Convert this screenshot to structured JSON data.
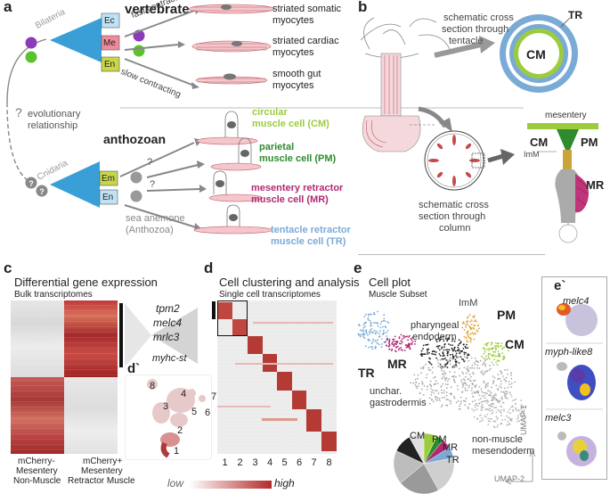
{
  "panel_a": {
    "letter": "a",
    "vertebrate": "vertebrate",
    "bilateria": "Bilateria",
    "cnidaria": "Cnidaria",
    "layers_bilateria": [
      "Ec",
      "Me",
      "En"
    ],
    "layers_cnidaria": [
      "Em",
      "En"
    ],
    "fast_contracting": "fast contracting",
    "slow_contracting": "slow contracting",
    "cells_vertebrate": [
      "striated somatic",
      "myocytes",
      "striated cardiac",
      "myocytes",
      "smooth gut",
      "myocytes"
    ],
    "question": "?",
    "evolutionary": [
      "evolutionary",
      "relationship"
    ],
    "anthozoan": "anthozoan",
    "cm": [
      "circular",
      "muscle cell (CM)"
    ],
    "pm": [
      "parietal",
      "muscle cell (PM)"
    ],
    "mr": [
      "mesentery retractor",
      "muscle cell (MR)"
    ],
    "tr": [
      "tentacle retractor",
      "muscle cell (TR)"
    ],
    "sea_anemone": [
      "sea anemone",
      "(Anthozoa)"
    ],
    "colors": {
      "cm": "#9ccc3c",
      "pm": "#2e8b2e",
      "mr": "#b02a73",
      "tr": "#7aaad6",
      "ec": "#bfe3f5",
      "me": "#f08a9a",
      "en": "#c8d64a",
      "triangle": "#3a9fd6"
    }
  },
  "panel_b": {
    "letter": "b",
    "cross_tentacle": [
      "schematic cross",
      "section through",
      "tentacle"
    ],
    "tr": "TR",
    "cm_ring": "CM",
    "mesentery": "mesentery",
    "cm": "CM",
    "pm": "PM",
    "imm": "ImM",
    "mr": "MR",
    "cross_column": [
      "schematic cross",
      "section through",
      "column"
    ]
  },
  "panel_c": {
    "letter": "c",
    "title": "Differential gene expression",
    "subtitle": "Bulk transcriptomes",
    "genes": [
      "tpm2",
      "melc4",
      "mrlc3",
      "myhc-st"
    ],
    "label_left": [
      "mCherry-",
      "Mesentery",
      "Non-Muscle"
    ],
    "label_right": [
      "mCherry+",
      "Mesentery",
      "Retractor Muscle"
    ]
  },
  "panel_d": {
    "letter": "d",
    "title": "Cell clustering and analysis",
    "subtitle": "Single cell transcriptomes",
    "cluster_numbers": [
      "1",
      "2",
      "3",
      "4",
      "5",
      "6",
      "7",
      "8"
    ],
    "inset_letter": "d`",
    "inset_numbers": [
      "8",
      "4",
      "7",
      "3",
      "5",
      "6",
      "2",
      "1"
    ]
  },
  "scale": {
    "low": "low",
    "high": "high"
  },
  "panel_e": {
    "letter": "e",
    "title": "Cell plot",
    "subtitle": "Muscle Subset",
    "imm": "ImM",
    "pm": "PM",
    "cm": "CM",
    "pharyngeal": [
      "pharyngeal",
      "endoderm"
    ],
    "tr": "TR",
    "mr": "MR",
    "unchar": [
      "unchar.",
      "gastrodermis"
    ],
    "pie_labels": [
      "CM",
      "PM",
      "MR",
      "TR"
    ],
    "non_muscle": [
      "non-muscle",
      "mesendoderm"
    ],
    "umap1": "UMAP-1",
    "umap2": "UMAP-2"
  },
  "panel_e2": {
    "letter": "e`",
    "genes": [
      "melc4",
      "myph-like8",
      "melc3"
    ]
  }
}
